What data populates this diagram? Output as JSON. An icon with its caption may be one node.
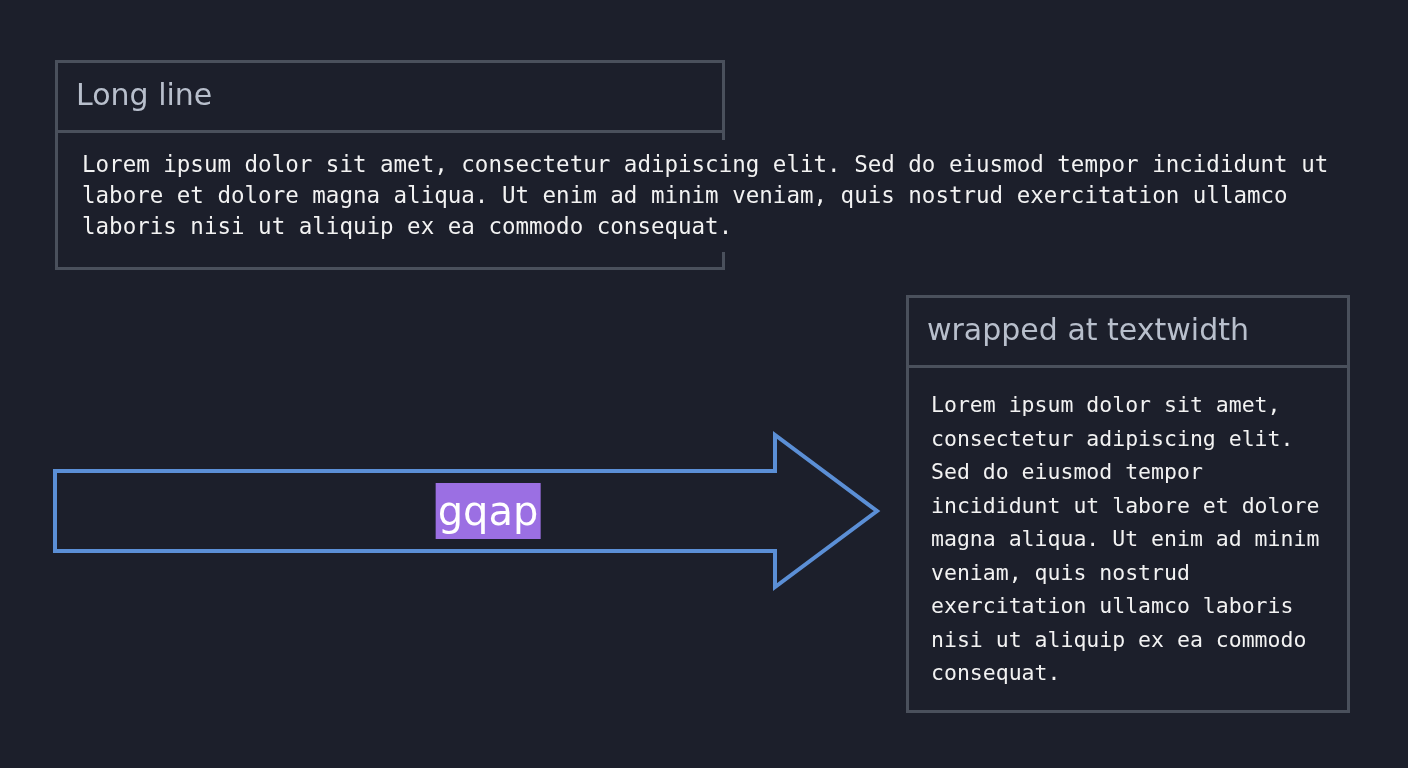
{
  "diagram": {
    "nodes": [
      {
        "text": [
          "Long line",
          "Lorem ipsum dolor sit amet, consectetur adipiscing elit. Sed do eiusmod tempor incididunt ut labore et dolore magna aliqua. Ut enim ad minim veniam, quis nostrud exercitation ullamco laboris nisi ut aliquip ex ea commodo consequat."
        ]
      },
      {
        "text": [
          "wrapped at textwidth",
          "Lorem ipsum dolor sit amet, consectetur adipiscing elit. Sed do eiusmod tempor incididunt ut labore et dolore magna aliqua. Ut enim ad minim veniam, quis nostrud exercitation ullamco laboris nisi ut aliquip ex ea commodo consequat."
        ]
      }
    ],
    "edges": [
      {
        "from": null,
        "to": 1,
        "arrow": "to",
        "label": "gqap",
        "style": "thick"
      }
    ]
  }
}
